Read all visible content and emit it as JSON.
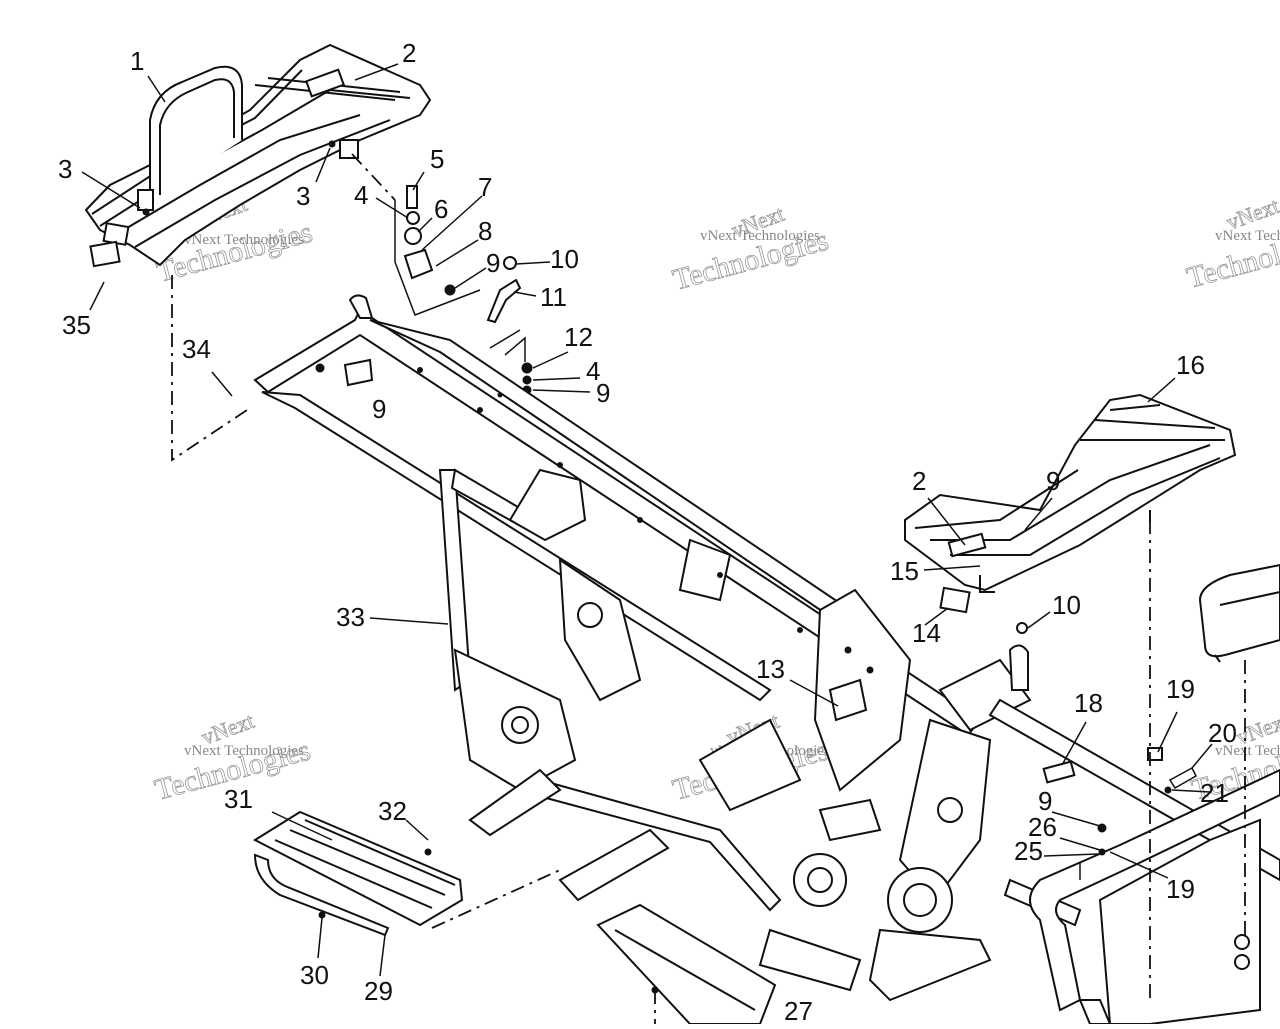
{
  "callouts": {
    "c1": "1",
    "c2a": "2",
    "c2b": "2",
    "c3a": "3",
    "c3b": "3",
    "c4a": "4",
    "c4b": "4",
    "c5": "5",
    "c6": "6",
    "c7": "7",
    "c8": "8",
    "c9a": "9",
    "c9b": "9",
    "c9c": "9",
    "c9d": "9",
    "c9e": "9",
    "c10a": "10",
    "c10b": "10",
    "c11": "11",
    "c12": "12",
    "c13": "13",
    "c14": "14",
    "c15": "15",
    "c16": "16",
    "c18": "18",
    "c19a": "19",
    "c19b": "19",
    "c20": "20",
    "c21": "21",
    "c25": "25",
    "c26": "26",
    "c27": "27",
    "c29": "29",
    "c30": "30",
    "c31": "31",
    "c32": "32",
    "c33": "33",
    "c34": "34",
    "c35": "35"
  },
  "watermark": {
    "brand": "vNext",
    "company": "vNext Technologies",
    "word": "Technologies"
  }
}
